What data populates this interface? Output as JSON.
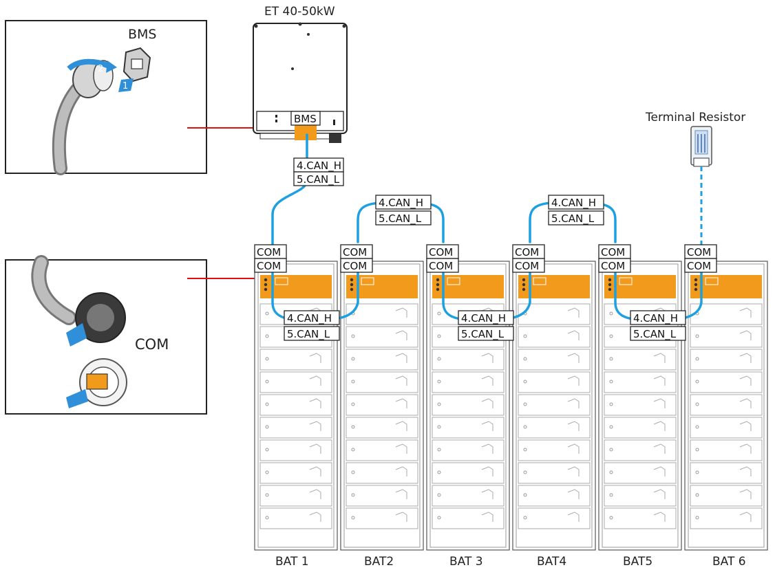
{
  "inverter": {
    "title": "ET 40-50kW",
    "port_label": "BMS"
  },
  "inset_bms": {
    "label": "BMS",
    "step1": "1",
    "step2": "2"
  },
  "inset_com": {
    "label": "COM"
  },
  "terminal_resistor": {
    "label": "Terminal Resistor"
  },
  "cable_inverter": {
    "h": "4.CAN_H",
    "l": "5.CAN_L"
  },
  "cables_top": [
    {
      "h": "4.CAN_H",
      "l": "5.CAN_L"
    },
    {
      "h": "4.CAN_H",
      "l": "5.CAN_L"
    }
  ],
  "cables_bottom": [
    {
      "h": "4.CAN_H",
      "l": "5.CAN_L"
    },
    {
      "h": "4.CAN_H",
      "l": "5.CAN_L"
    },
    {
      "h": "4.CAN_H",
      "l": "5.CAN_L"
    }
  ],
  "batteries": [
    {
      "name": "BAT 1",
      "port1": "COM",
      "port2": "COM"
    },
    {
      "name": "BAT2",
      "port1": "COM",
      "port2": "COM"
    },
    {
      "name": "BAT 3",
      "port1": "COM",
      "port2": "COM"
    },
    {
      "name": "BAT4",
      "port1": "COM",
      "port2": "COM"
    },
    {
      "name": "BAT5",
      "port1": "COM",
      "port2": "COM"
    },
    {
      "name": "BAT 6",
      "port1": "COM",
      "port2": "COM"
    }
  ],
  "colors": {
    "cable": "#1ca0e0",
    "arrow": "#e01010",
    "accent": "#f29a1c"
  }
}
